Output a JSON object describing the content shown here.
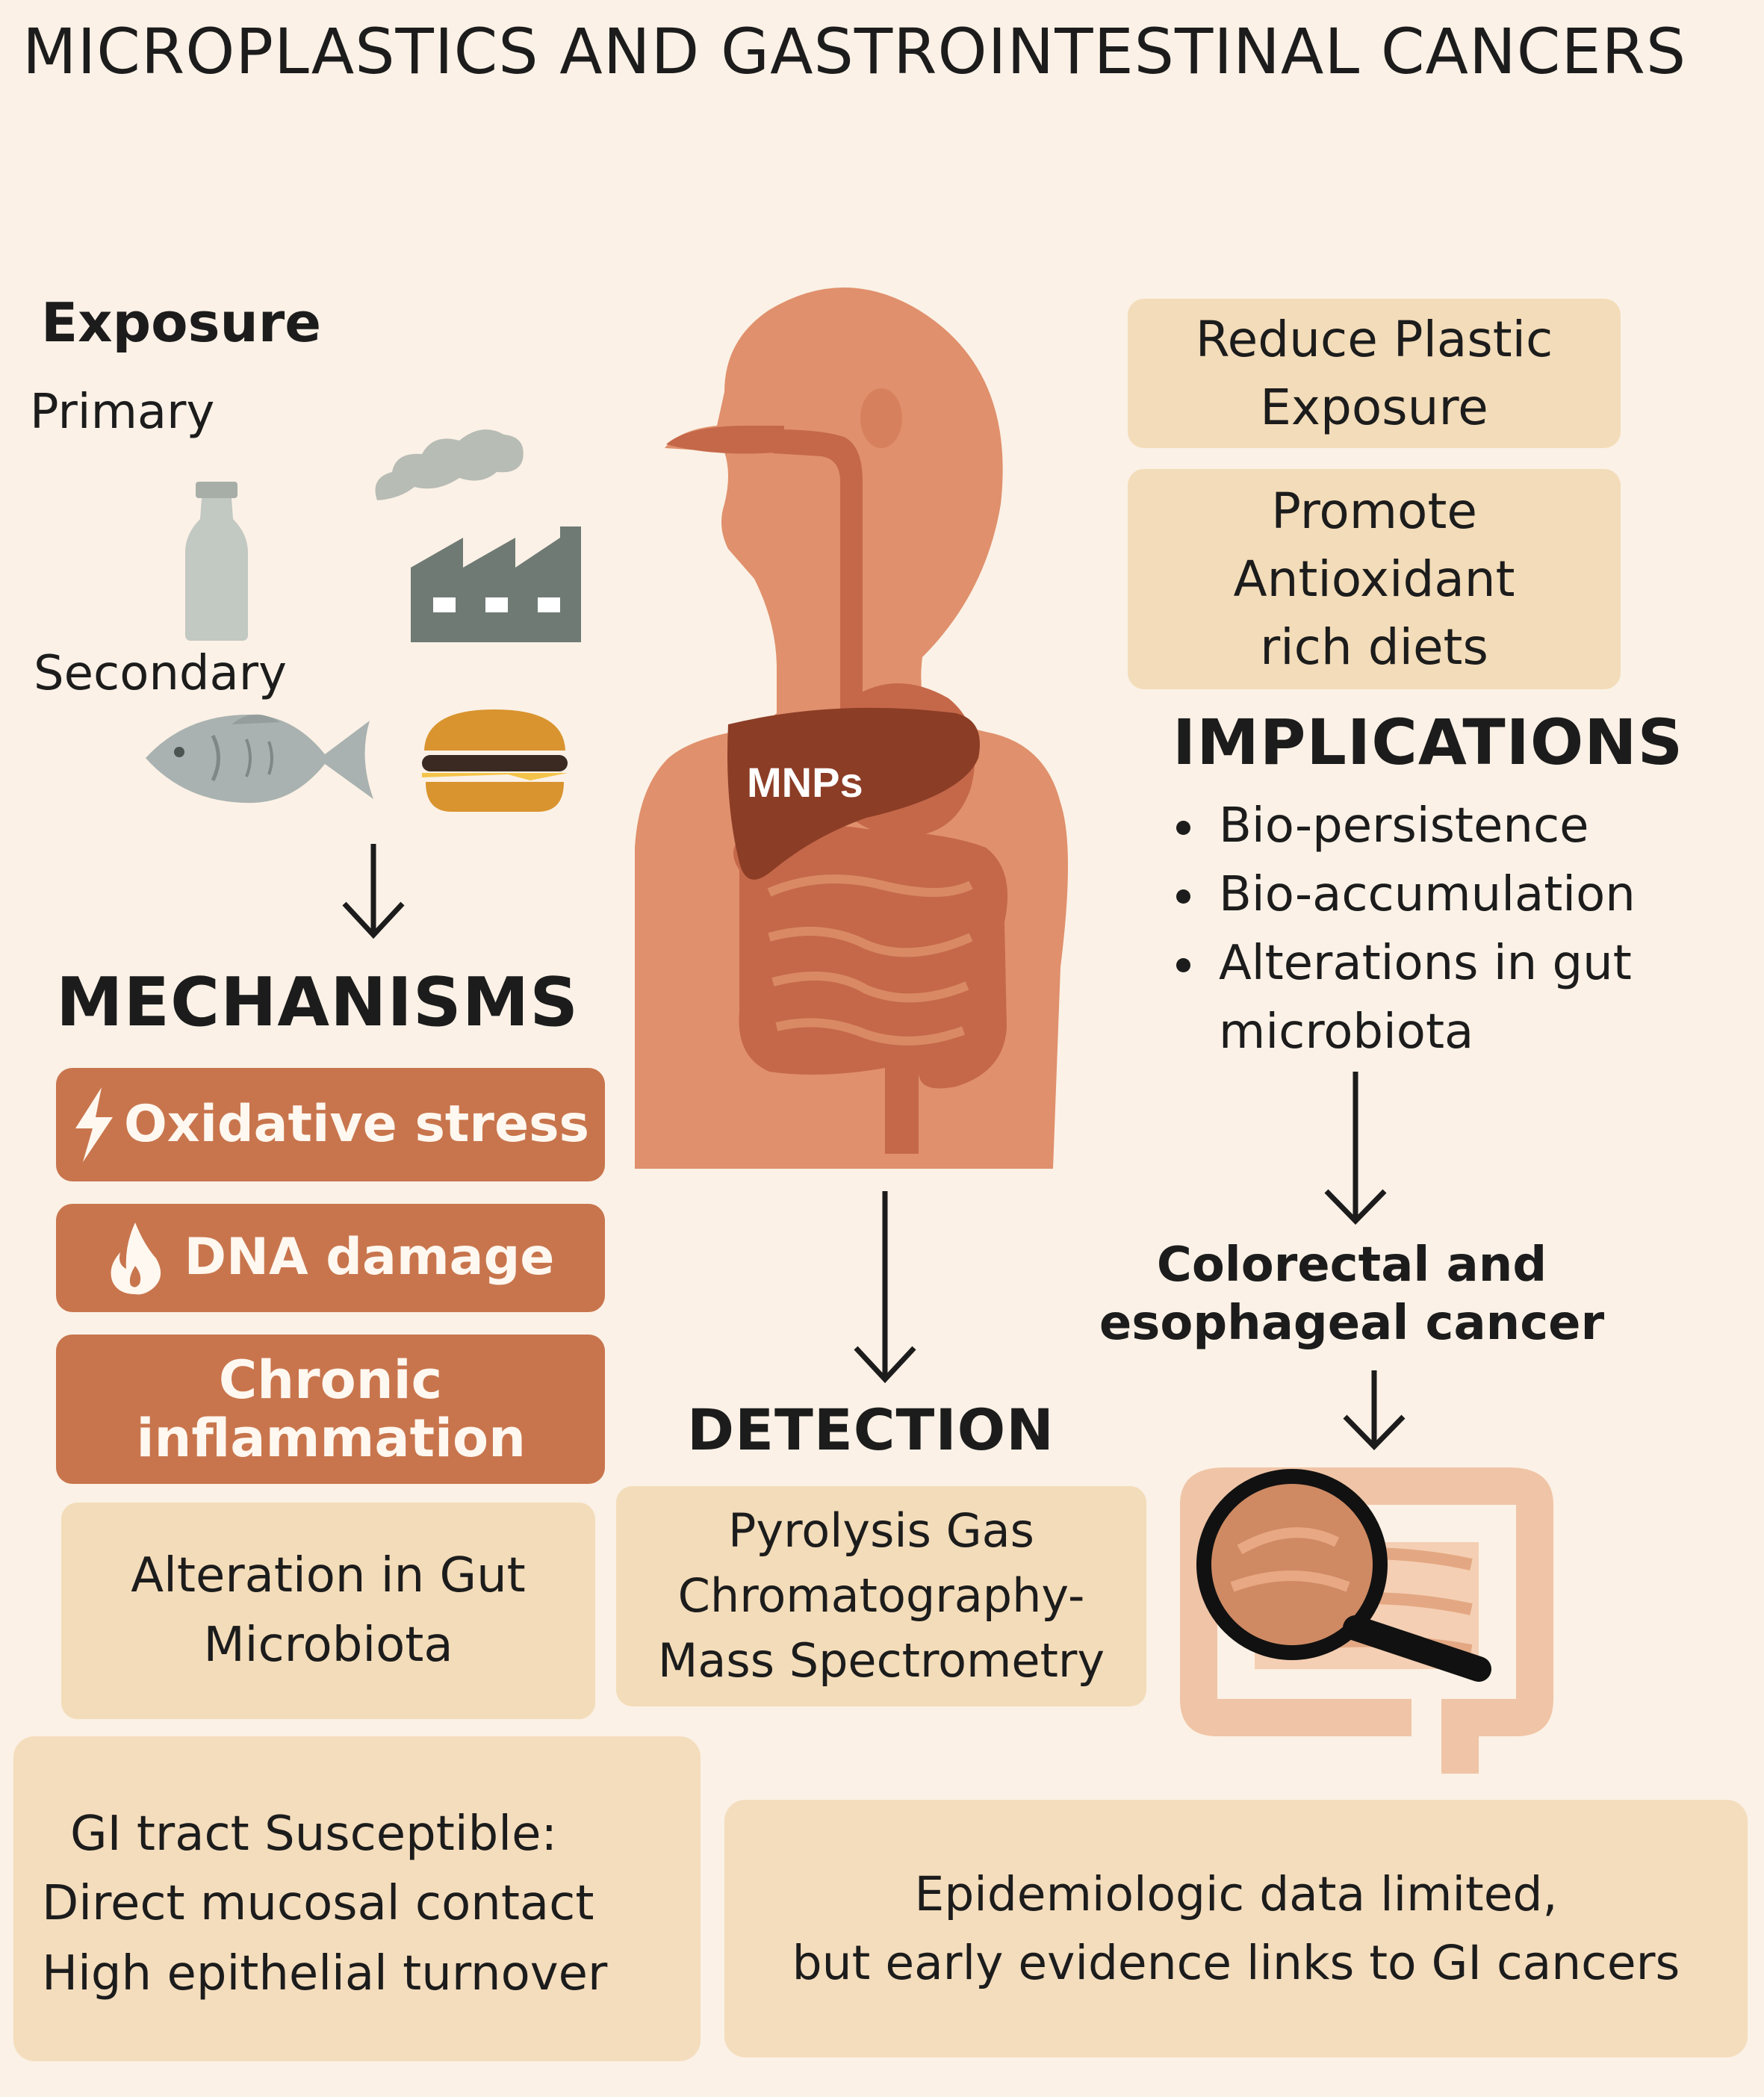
{
  "title": "MICROPLASTICS AND GASTROINTESTINAL CANCERS",
  "exposure": {
    "heading": "Exposure",
    "primary_label": "Primary",
    "secondary_label": "Secondary"
  },
  "body_label": "MNPs",
  "prevention": {
    "items": [
      [
        "Reduce Plastic",
        "Exposure"
      ],
      [
        "Promote",
        "Antioxidant",
        "rich diets"
      ]
    ]
  },
  "implications": {
    "heading": "IMPLICATIONS",
    "items": [
      "Bio-persistence",
      "Bio-accumulation",
      "Alterations in gut microbiota"
    ]
  },
  "mechanisms": {
    "heading": "MECHANISMS",
    "items": [
      "Oxidative stress",
      "DNA damage",
      "Chronic inflammation"
    ],
    "extra": "Alteration in Gut Microbiota"
  },
  "detection": {
    "heading": "DETECTION",
    "method": [
      "Pyrolysis Gas",
      "Chromatography-",
      "Mass Spectrometry"
    ]
  },
  "outcome": [
    "Colorectal and",
    "esophageal cancer"
  ],
  "footer": {
    "susceptible": [
      "GI tract Susceptible:",
      "Direct mucosal contact",
      "High epithelial turnover"
    ],
    "evidence": [
      "Epidemiologic data limited,",
      "but early evidence links to GI cancers"
    ]
  },
  "colors": {
    "background": "#fbf1e6",
    "skin": "#e0906c",
    "organ": "#c5684a",
    "liver": "#8c3d26",
    "rust_box": "#c8754d",
    "tan_box": "#f3dcb9"
  },
  "icons": [
    "bottle-icon",
    "smoke-icon",
    "factory-icon",
    "fish-icon",
    "burger-icon",
    "lightning-icon",
    "flame-icon",
    "magnifier-icon"
  ]
}
